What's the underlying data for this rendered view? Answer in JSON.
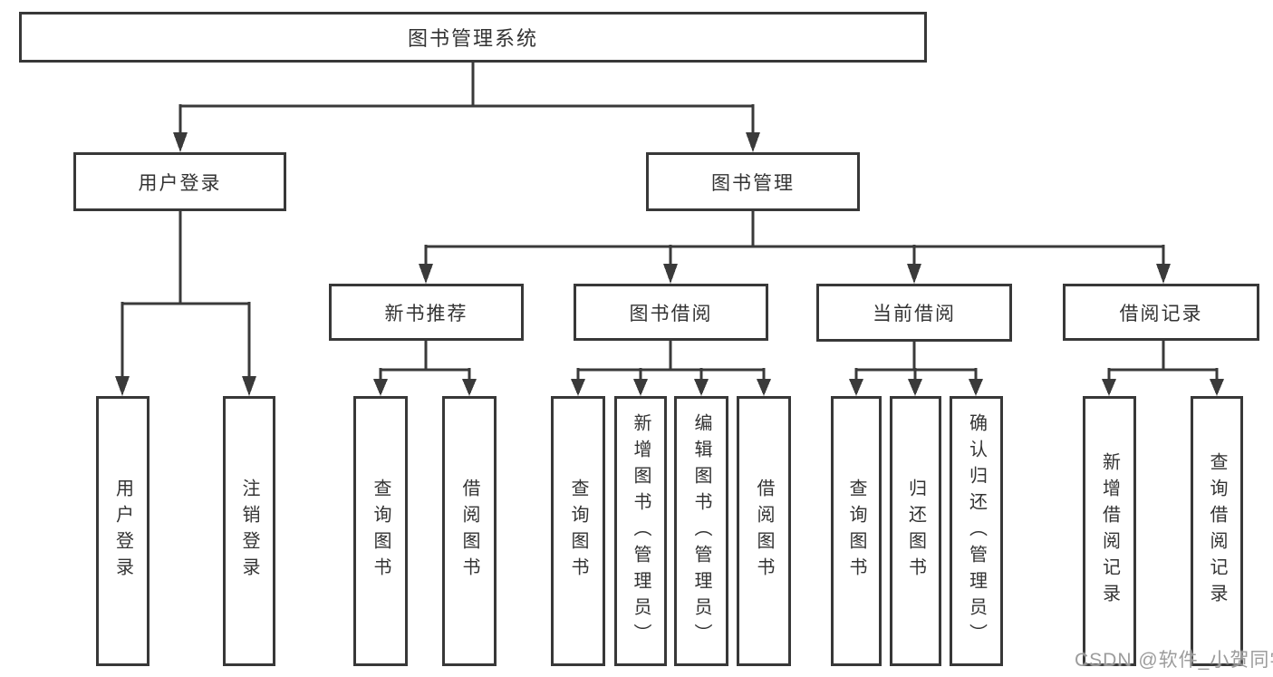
{
  "diagram": {
    "type": "hierarchy-tree",
    "title": "图书管理系统",
    "tree": {
      "root": {
        "label": "图书管理系统",
        "children": [
          {
            "label": "用户登录",
            "children": [
              {
                "label": "用户登录"
              },
              {
                "label": "注销登录"
              }
            ]
          },
          {
            "label": "图书管理",
            "children": [
              {
                "label": "新书推荐",
                "children": [
                  {
                    "label": "查询图书"
                  },
                  {
                    "label": "借阅图书"
                  }
                ]
              },
              {
                "label": "图书借阅",
                "children": [
                  {
                    "label": "查询图书"
                  },
                  {
                    "label": "新增图书（管理员）"
                  },
                  {
                    "label": "编辑图书（管理员）"
                  },
                  {
                    "label": "借阅图书"
                  }
                ]
              },
              {
                "label": "当前借阅",
                "children": [
                  {
                    "label": "查询图书"
                  },
                  {
                    "label": "归还图书"
                  },
                  {
                    "label": "确认归还（管理员）"
                  }
                ]
              },
              {
                "label": "借阅记录",
                "children": [
                  {
                    "label": "新增借阅记录"
                  },
                  {
                    "label": "查询借阅记录"
                  }
                ]
              }
            ]
          }
        ]
      }
    },
    "colors": {
      "line": "#3a3a3a",
      "border": "#383838",
      "text": "#333333",
      "background": "#ffffff",
      "watermark": "#949494"
    }
  },
  "watermark": {
    "text": "CSDN @软件_小贺同学"
  }
}
